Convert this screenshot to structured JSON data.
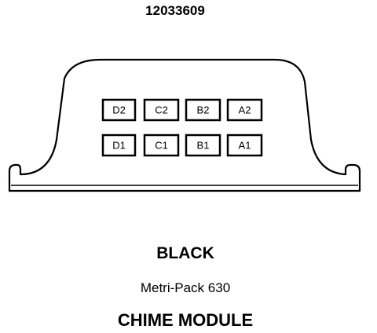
{
  "part_number": "12033609",
  "connector": {
    "color": "BLACK",
    "series": "Metri-Pack 630",
    "module": "CHIME MODULE",
    "pin_rows": [
      [
        "D2",
        "C2",
        "B2",
        "A2"
      ],
      [
        "D1",
        "C1",
        "B1",
        "A1"
      ]
    ]
  }
}
